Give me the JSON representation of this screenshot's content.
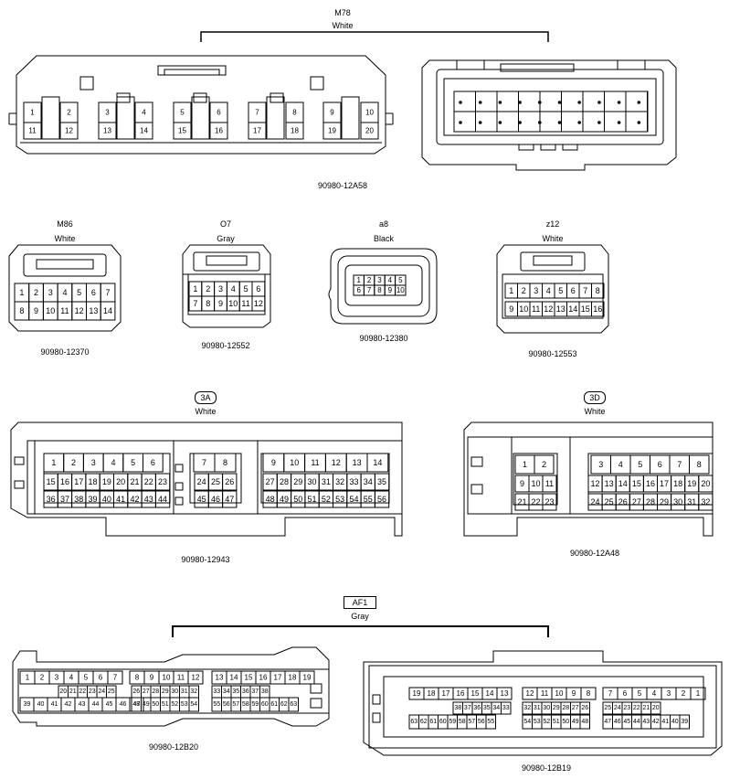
{
  "connectors": {
    "m78": {
      "code": "M78",
      "color": "White",
      "part": "90980-12A58",
      "top": [
        "1",
        "2",
        "3",
        "4",
        "5",
        "6",
        "7",
        "8",
        "9",
        "10"
      ],
      "bottom": [
        "11",
        "12",
        "13",
        "14",
        "15",
        "16",
        "17",
        "18",
        "19",
        "20"
      ]
    },
    "m86": {
      "code": "M86",
      "color": "White",
      "part": "90980-12370",
      "rows": [
        [
          "1",
          "2",
          "3",
          "4",
          "5",
          "6",
          "7"
        ],
        [
          "8",
          "9",
          "10",
          "11",
          "12",
          "13",
          "14"
        ]
      ]
    },
    "o7": {
      "code": "O7",
      "color": "Gray",
      "part": "90980-12552",
      "rows": [
        [
          "1",
          "2",
          "3",
          "4",
          "5",
          "6"
        ],
        [
          "7",
          "8",
          "9",
          "10",
          "11",
          "12"
        ]
      ]
    },
    "a8": {
      "code": "a8",
      "color": "Black",
      "part": "90980-12380",
      "rows": [
        [
          "1",
          "2",
          "3",
          "4",
          "5"
        ],
        [
          "6",
          "7",
          "8",
          "9",
          "10"
        ]
      ]
    },
    "z12": {
      "code": "z12",
      "color": "White",
      "part": "90980-12553",
      "rows": [
        [
          "1",
          "2",
          "3",
          "4",
          "5",
          "6",
          "7",
          "8"
        ],
        [
          "9",
          "10",
          "11",
          "12",
          "13",
          "14",
          "15",
          "16"
        ]
      ]
    },
    "c3a": {
      "code": "3A",
      "color": "White",
      "part": "90980-12943",
      "g1": [
        [
          "1",
          "2",
          "3",
          "4",
          "5",
          "6"
        ],
        [
          "15",
          "16",
          "17",
          "18",
          "19",
          "20",
          "21",
          "22",
          "23"
        ],
        [
          "36",
          "37",
          "38",
          "39",
          "40",
          "41",
          "42",
          "43",
          "44"
        ]
      ],
      "g2": [
        [
          "7",
          "8"
        ],
        [
          "24",
          "25",
          "26"
        ],
        [
          "45",
          "46",
          "47"
        ]
      ],
      "g3": [
        [
          "9",
          "10",
          "11",
          "12",
          "13",
          "14"
        ],
        [
          "27",
          "28",
          "29",
          "30",
          "31",
          "32",
          "33",
          "34",
          "35"
        ],
        [
          "48",
          "49",
          "50",
          "51",
          "52",
          "53",
          "54",
          "55",
          "56"
        ]
      ]
    },
    "c3d": {
      "code": "3D",
      "color": "White",
      "part": "90980-12A48",
      "g1": [
        [
          "1",
          "2"
        ],
        [
          "9",
          "10",
          "11"
        ],
        [
          "21",
          "22",
          "23"
        ]
      ],
      "g2": [
        [
          "3",
          "4",
          "5",
          "6",
          "7",
          "8"
        ],
        [
          "12",
          "13",
          "14",
          "15",
          "16",
          "17",
          "18",
          "19",
          "20"
        ],
        [
          "24",
          "25",
          "26",
          "27",
          "28",
          "29",
          "30",
          "31",
          "32"
        ]
      ]
    },
    "af1": {
      "code": "AF1",
      "color": "Gray",
      "part_left": "90980-12B20",
      "part_right": "90980-12B19",
      "l1": [
        [
          "1",
          "2",
          "3",
          "4",
          "5",
          "6",
          "7"
        ],
        [
          "20",
          "21",
          "22",
          "23",
          "24",
          "25"
        ],
        [
          "39",
          "40",
          "41",
          "42",
          "43",
          "44",
          "45",
          "46",
          "47"
        ]
      ],
      "l2": [
        [
          "8",
          "9",
          "10",
          "11",
          "12"
        ],
        [
          "26",
          "27",
          "28",
          "29",
          "30",
          "31",
          "32"
        ],
        [
          "48",
          "49",
          "50",
          "51",
          "52",
          "53",
          "54"
        ]
      ],
      "l3": [
        [
          "13",
          "14",
          "15",
          "16",
          "17",
          "18",
          "19"
        ],
        [
          "33",
          "34",
          "35",
          "36",
          "37",
          "38"
        ],
        [
          "55",
          "56",
          "57",
          "58",
          "59",
          "60",
          "61",
          "62",
          "63"
        ]
      ],
      "r1": [
        [
          "19",
          "18",
          "17",
          "16",
          "15",
          "14",
          "13"
        ],
        [
          "38",
          "37",
          "36",
          "35",
          "34",
          "33"
        ],
        [
          "63",
          "62",
          "61",
          "60",
          "59",
          "58",
          "57",
          "56",
          "55"
        ]
      ],
      "r2": [
        [
          "12",
          "11",
          "10",
          "9",
          "8"
        ],
        [
          "32",
          "31",
          "30",
          "29",
          "28",
          "27",
          "26"
        ],
        [
          "54",
          "53",
          "52",
          "51",
          "50",
          "49",
          "48"
        ]
      ],
      "r3": [
        [
          "7",
          "6",
          "5",
          "4",
          "3",
          "2",
          "1"
        ],
        [
          "25",
          "24",
          "23",
          "22",
          "21",
          "20"
        ],
        [
          "47",
          "46",
          "45",
          "44",
          "43",
          "42",
          "41",
          "40",
          "39"
        ]
      ]
    }
  }
}
